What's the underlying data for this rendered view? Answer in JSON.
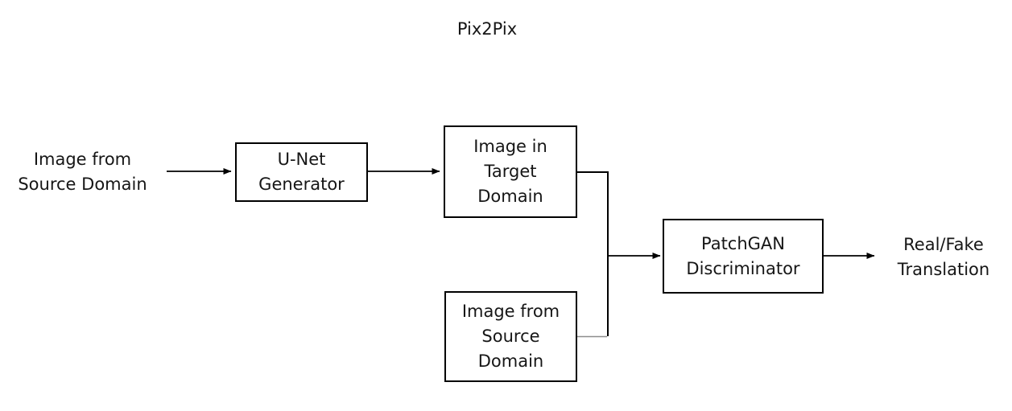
{
  "diagram": {
    "title": "Pix2Pix",
    "nodes": {
      "unet": {
        "label": "U-Net\nGenerator"
      },
      "target_image": {
        "label": "Image in\nTarget\nDomain"
      },
      "source_image": {
        "label": "Image from\nSource\nDomain"
      },
      "patchgan": {
        "label": "PatchGAN\nDiscriminator"
      }
    },
    "labels": {
      "input": {
        "text": "Image from\nSource Domain"
      },
      "output": {
        "text": "Real/Fake\nTranslation"
      }
    },
    "edges": [
      "input -> unet",
      "unet -> target_image",
      "target_image + source_image -> patchgan",
      "patchgan -> output"
    ],
    "colors": {
      "line": "#000000",
      "junction_line_light": "#8d8d8d",
      "text": "#161616",
      "background": "#ffffff"
    }
  }
}
